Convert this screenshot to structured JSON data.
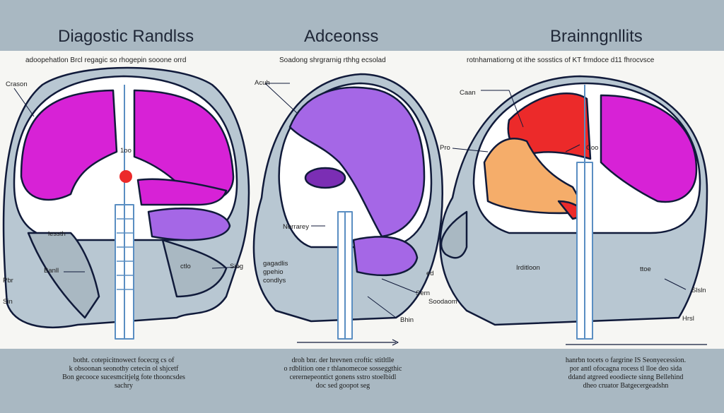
{
  "panels": [
    {
      "title": "Diagostic Randlss",
      "subtitle": "adoopehatlon Brcl regagic so rhogepin sooone orrd",
      "caption": [
        "botht. cotepicitnowect focecrg cs of",
        "k obsoonan seonothy cetecin ol shjcetf",
        "Bon gecooce sucesmcitjelg fote thooncsdes",
        "sachry"
      ],
      "labels": {
        "crason": "Crason",
        "num": "1oo",
        "lessth": "lessth",
        "banll": "Banll",
        "pbr": "Pbr",
        "sin": "Sin",
        "ctlo": "ctlo",
        "siog": "Siog"
      }
    },
    {
      "title": "Adceonss",
      "subtitle": "Soadong shrgrarnig rthhg ecsolad",
      "caption": [
        "droh bnr. der hrevnen croftic stitltlle",
        "o rdblition one r thlanomecoe sosseggthic",
        "cerernepeontict gonens sstro stoelbidl",
        "doc sed goopot seg"
      ],
      "labels": {
        "acuh": "Acuh",
        "nolarrey": "Norrarey",
        "gagadlis": "gagadlis",
        "gpehio": "gpehio",
        "condlys": "condlys",
        "ed": "ed",
        "sern": "Sern",
        "bhin": "Bhin"
      }
    },
    {
      "title": "Brainngnllits",
      "subtitle": "rotnhamatiorng ot ithe sosstics of KT frmdoce d11 fhrocvsce",
      "caption": [
        "hanrbn tocets o fargrine IS Seonyecession.",
        "por antl ofocagna rocess tl lloe deo sida",
        "ddand atgreed eoodiecte sinng Bellehind",
        "dheo cruator Batgecergeadshn"
      ],
      "labels": {
        "caan": "Caan",
        "pro": "Pro",
        "coo": "Coo",
        "irditloon": "Irditloon",
        "soodaom": "Soodaom",
        "ttoe": "ttoe",
        "slsln": "Slsln",
        "hrsl": "Hrsl"
      }
    }
  ],
  "colors": {
    "band": "#a9b8c2",
    "head": "#b8c7d2",
    "outline": "#101a3a",
    "magenta": "#d722d6",
    "purple": "#a567e6",
    "orange": "#f5ad6a",
    "red": "#ec2a2a",
    "spine": "#5a8ec2"
  }
}
